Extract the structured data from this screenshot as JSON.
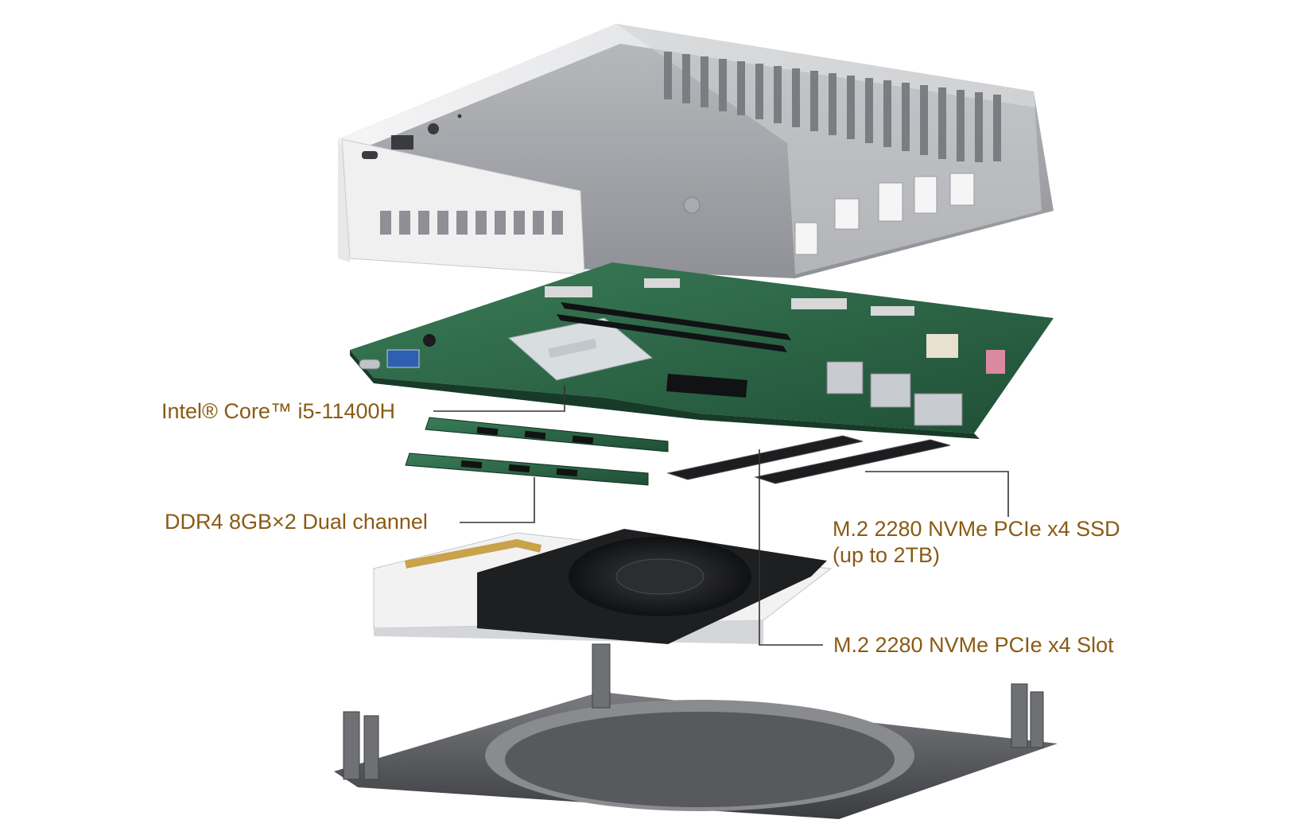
{
  "colors": {
    "label_text": "#8a5a14",
    "leader_line": "#333333",
    "background": "#ffffff",
    "case_silver": "#d9dadc",
    "pcb_green": "#2f6b4a",
    "fan_black": "#1e1f21",
    "base_gray": "#5a5b5e"
  },
  "callouts": {
    "cpu": "Intel® Core™ i5-11400H",
    "ram": "DDR4 8GB×2 Dual channel",
    "ssd_line1": "M.2 2280 NVMe PCIe x4 SSD",
    "ssd_line2": "(up to 2TB)",
    "slot": "M.2 2280 NVMe PCIe x4 Slot"
  },
  "components": [
    {
      "name": "top-case",
      "icon": "mini-pc-top-case"
    },
    {
      "name": "motherboard",
      "icon": "motherboard"
    },
    {
      "name": "ram-modules",
      "icon": "so-dimm"
    },
    {
      "name": "ssd-modules",
      "icon": "m2-ssd"
    },
    {
      "name": "cooler",
      "icon": "blower-fan"
    },
    {
      "name": "bottom-plate",
      "icon": "base-plate"
    }
  ]
}
